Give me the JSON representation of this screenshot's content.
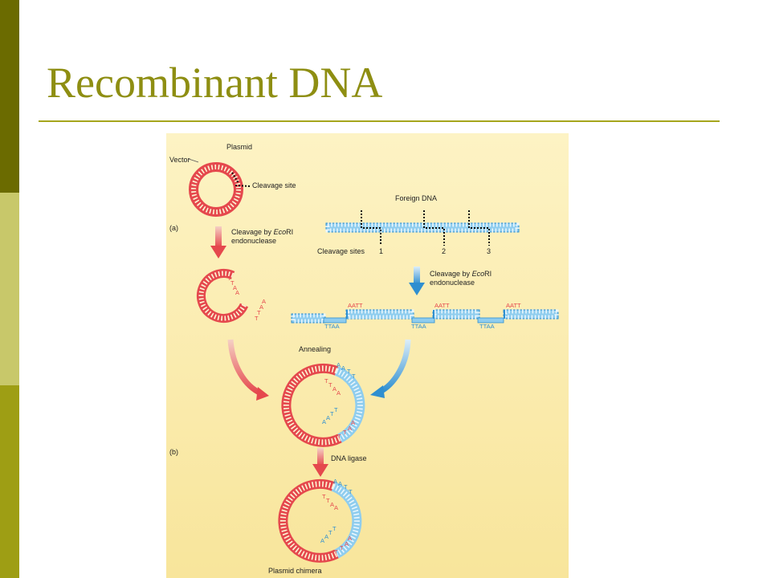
{
  "slide": {
    "title": "Recombinant DNA",
    "colors": {
      "band_top": "#6b6b00",
      "band_mid": "#c8c86a",
      "band_bot": "#9e9e14",
      "title": "#8e8e12"
    }
  },
  "figure": {
    "colors": {
      "plasmid": "#e5484d",
      "foreign": "#8fcdee",
      "panel": "#fbeab0"
    },
    "labels": {
      "plasmid": "Plasmid",
      "vector": "Vector",
      "cleavage_site": "Cleavage site",
      "foreign_dna": "Foreign DNA",
      "part_a": "(a)",
      "cleavage_by": "Cleavage by",
      "eco": "Eco",
      "ri": "RI",
      "endonuclease": "endonuclease",
      "cleavage_sites": "Cleavage sites",
      "site_1": "1",
      "site_2": "2",
      "site_3": "3",
      "annealing": "Annealing",
      "part_b": "(b)",
      "dna_ligase": "DNA ligase",
      "plasmid_chimera": "Plasmid chimera"
    },
    "sticky_ends": {
      "top": "AATT",
      "bottom": "TTAA"
    },
    "bases": {
      "a": "A",
      "t": "T"
    }
  }
}
